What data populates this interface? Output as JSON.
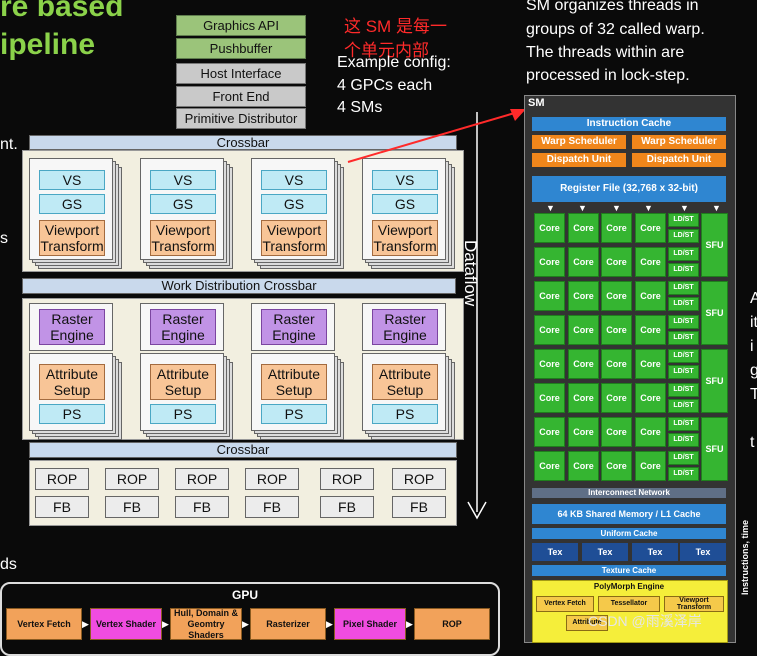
{
  "heading": {
    "line1": "re based",
    "line2": "ipeline"
  },
  "left_fragments": {
    "a": "nt.",
    "b": "s",
    "c": "ds"
  },
  "front_stack": [
    "Graphics API",
    "Pushbuffer",
    "Host Interface",
    "Front End",
    "Primitive Distributor"
  ],
  "annotation": {
    "line1": "这 SM 是每一",
    "line2": "个单元内部"
  },
  "example": {
    "line1": "Example config:",
    "line2": "4 GPCs each",
    "line3": "4 SMs"
  },
  "sm_desc": {
    "line1": "SM organizes threads in",
    "line2": "groups of 32 called warp.",
    "line3": "The threads within are",
    "line4": "processed in lock-step."
  },
  "crossbar_top": "Crossbar",
  "work_crossbar": "Work Distribution Crossbar",
  "crossbar_bottom": "Crossbar",
  "gpc_upper": {
    "vs": "VS",
    "gs": "GS",
    "vt1": "Viewport",
    "vt2": "Transform"
  },
  "gpc_lower": {
    "re1": "Raster",
    "re2": "Engine",
    "as1": "Attribute",
    "as2": "Setup",
    "ps": "PS"
  },
  "rop_label": "ROP",
  "fb_label": "FB",
  "dataflow": "Dataflow",
  "right_fragments": [
    "A",
    "it",
    "i",
    "g",
    "T",
    "t"
  ],
  "gpu_bar": {
    "title": "GPU",
    "stages": [
      "Vertex Fetch",
      "Vertex Shader",
      "Hull, Domain & Geomtry Shaders",
      "Rasterizer",
      "Pixel Shader",
      "ROP"
    ]
  },
  "sm": {
    "title": "SM",
    "instruction_cache": "Instruction Cache",
    "warp_scheduler": "Warp Scheduler",
    "dispatch_unit": "Dispatch Unit",
    "register_file": "Register File (32,768 x 32-bit)",
    "core": "Core",
    "ldst": "LD/ST",
    "sfu": "SFU",
    "interconnect": "Interconnect Network",
    "shared_mem": "64 KB Shared Memory / L1 Cache",
    "uniform_cache": "Uniform Cache",
    "tex": "Tex",
    "texture_cache": "Texture Cache",
    "polymorph": "PolyMorph Engine",
    "vertex_fetch": "Vertex Fetch",
    "tessellator": "Tessellator",
    "viewport_transform": "Viewport Transform",
    "attribute_setup": "Attribute"
  },
  "side_label": "Instructions, time",
  "watermark": "CSDN @雨溪泽岸",
  "colors": {
    "accent_green": "#8bd24a",
    "annotation_red": "#ff2a2a",
    "core_green": "#35b531",
    "sm_blue": "#1f7fc9",
    "sm_orange": "#f0861b"
  }
}
